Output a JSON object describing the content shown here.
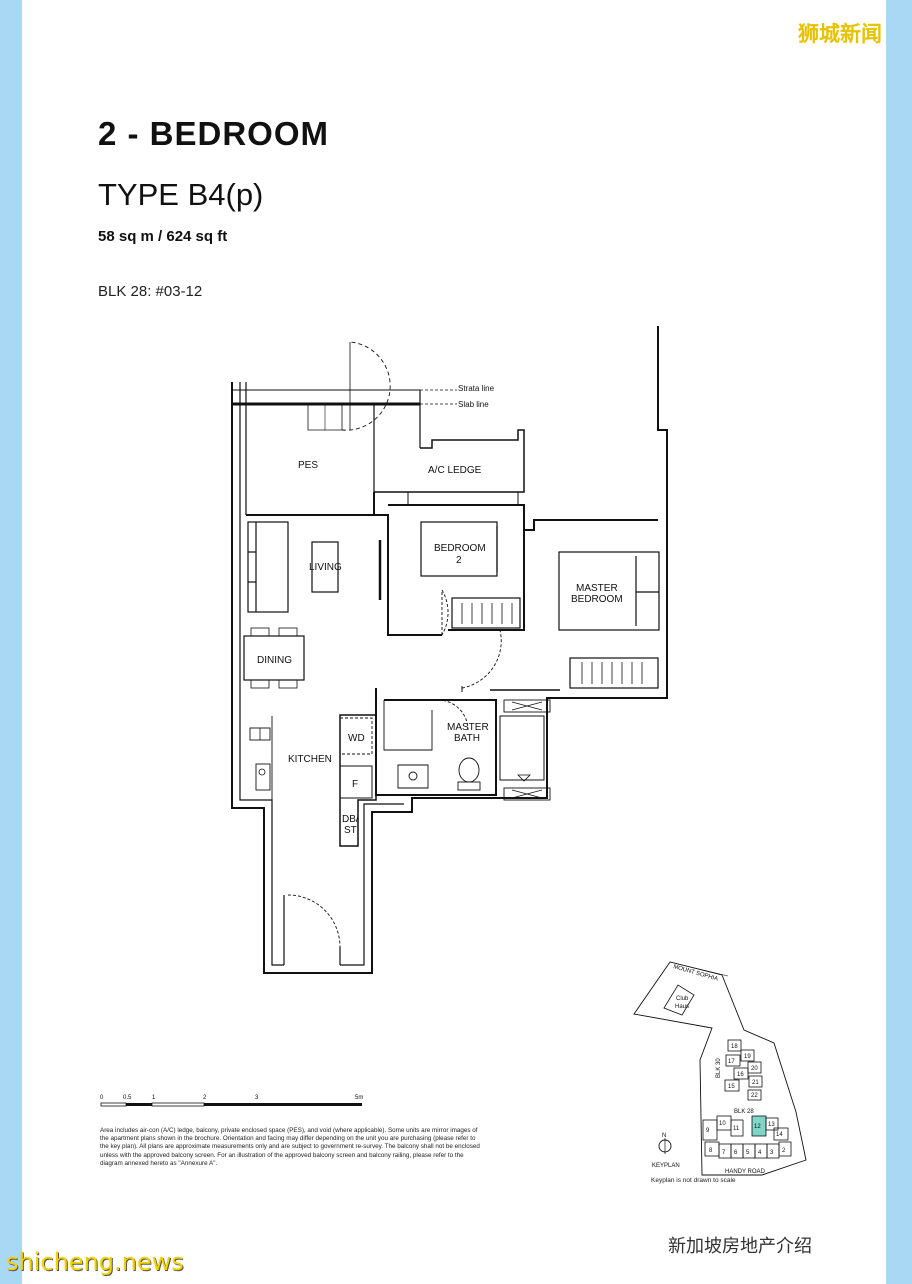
{
  "header": {
    "title": "2 - BEDROOM",
    "type": "TYPE B4(p)",
    "area": "58 sq m / 624 sq ft",
    "unit": "BLK 28: #03-12"
  },
  "plan_labels": {
    "strata_line": "Strata line",
    "slab_line": "Slab line",
    "pes": "PES",
    "ac_ledge": "A/C LEDGE",
    "living": "LIVING",
    "bedroom2_line1": "BEDROOM",
    "bedroom2_line2": "2",
    "master_line1": "MASTER",
    "master_line2": "BEDROOM",
    "dining": "DINING",
    "master_bath_line1": "MASTER",
    "master_bath_line2": "BATH",
    "kitchen": "KITCHEN",
    "wd": "WD",
    "f": "F",
    "dbst_line1": "DB/",
    "dbst_line2": "ST"
  },
  "scale_bar": {
    "ticks": [
      "0",
      "0.5",
      "1",
      "2",
      "3",
      "5m"
    ]
  },
  "disclaimer": "Area includes air-con (A/C) ledge, balcony, private enclosed space (PES), and void (where applicable). Some units are mirror images of the apartment plans shown in the brochure. Orientation and facing may differ depending on the unit you are purchasing (please refer to the key plan). All plans are approximate measurements only and are subject to government re-survey. The balcony shall not be enclosed unless with the approved balcony screen. For an illustration of the approved balcony screen and balcony railing, please refer to the diagram annexed hereto as \"Annexure A\".",
  "keyplan": {
    "road_top": "MOUNT SOPHIA",
    "club_line1": "Club",
    "club_line2": "Haus",
    "blk30": "BLK 30",
    "blk28": "BLK 28",
    "handy_road": "HANDY ROAD",
    "north": "N",
    "label": "KEYPLAN",
    "note": "Keyplan is not drawn to scale",
    "units_top": [
      "18",
      "17",
      "19",
      "16",
      "20",
      "15",
      "21",
      "22"
    ],
    "units_bottom": [
      "9",
      "10",
      "11",
      "12",
      "13",
      "14",
      "8",
      "7",
      "6",
      "5",
      "4",
      "3",
      "2"
    ]
  },
  "watermarks": {
    "top_right": "狮城新闻",
    "bottom_left": "shicheng.news",
    "bottom_right": "新加坡房地产介绍"
  },
  "colors": {
    "highlight_unit": "#7fd6c8",
    "side_band": "#a9d8f5"
  }
}
